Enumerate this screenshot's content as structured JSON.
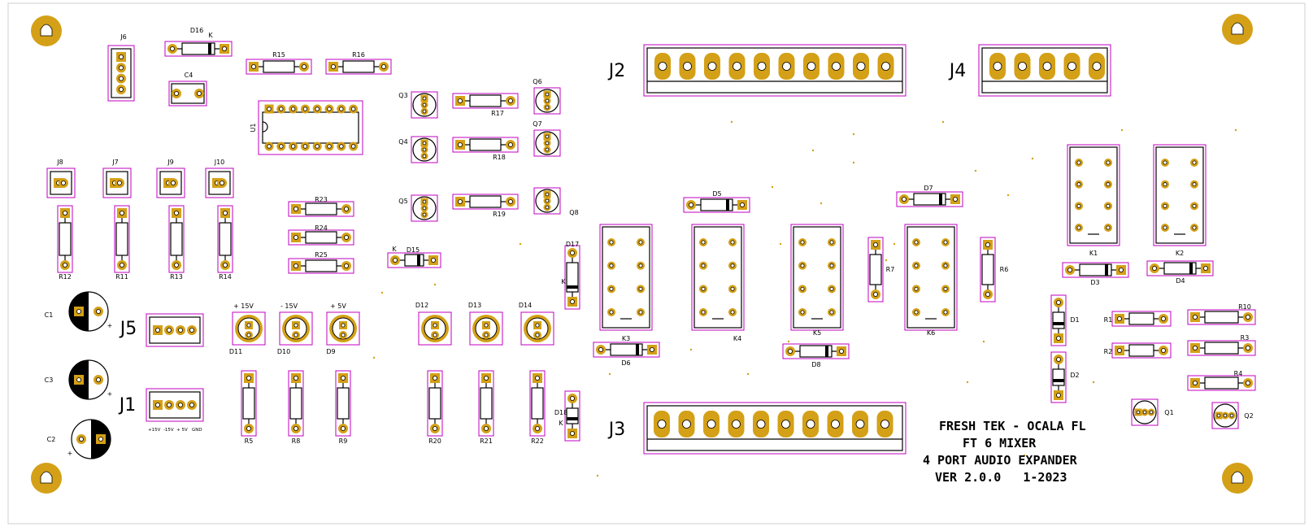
{
  "board": {
    "title_lines": [
      "FRESH TEK - OCALA FL",
      "FT 6 MIXER",
      "4 PORT AUDIO EXPANDER",
      "VER 2.0.0   1-2023"
    ],
    "j1_pin_labels": "+15V  -15V  + 5V   GND",
    "led_labels": [
      "+ 15V",
      "- 15V",
      "+ 5V"
    ],
    "diode_k_mark": "K",
    "colors": {
      "pad": "#d4a017",
      "outline": "#c000c0",
      "silk": "#000000",
      "board_edge": "#cfcfcf"
    }
  },
  "components": {
    "connectors": [
      {
        "ref": "J2",
        "type": "terminal",
        "pins": 10
      },
      {
        "ref": "J4",
        "type": "terminal",
        "pins": 5
      },
      {
        "ref": "J3",
        "type": "terminal",
        "pins": 10
      },
      {
        "ref": "J1",
        "type": "header",
        "pins": 4
      },
      {
        "ref": "J5",
        "type": "header",
        "pins": 4
      },
      {
        "ref": "J6",
        "type": "header-vertical",
        "pins": 4
      },
      {
        "ref": "J7",
        "type": "header",
        "pins": 2
      },
      {
        "ref": "J8",
        "type": "header",
        "pins": 2
      },
      {
        "ref": "J9",
        "type": "header",
        "pins": 2
      },
      {
        "ref": "J10",
        "type": "header",
        "pins": 2
      }
    ],
    "resistors": [
      {
        "ref": "R1"
      },
      {
        "ref": "R2"
      },
      {
        "ref": "R3"
      },
      {
        "ref": "R4"
      },
      {
        "ref": "R5"
      },
      {
        "ref": "R6"
      },
      {
        "ref": "R7"
      },
      {
        "ref": "R8"
      },
      {
        "ref": "R9"
      },
      {
        "ref": "R10"
      },
      {
        "ref": "R11"
      },
      {
        "ref": "R12"
      },
      {
        "ref": "R13"
      },
      {
        "ref": "R14"
      },
      {
        "ref": "R15"
      },
      {
        "ref": "R16"
      },
      {
        "ref": "R17"
      },
      {
        "ref": "R18"
      },
      {
        "ref": "R19"
      },
      {
        "ref": "R20"
      },
      {
        "ref": "R21"
      },
      {
        "ref": "R22"
      },
      {
        "ref": "R23"
      },
      {
        "ref": "R24"
      },
      {
        "ref": "R25"
      }
    ],
    "diodes": [
      {
        "ref": "D1"
      },
      {
        "ref": "D2"
      },
      {
        "ref": "D3"
      },
      {
        "ref": "D4"
      },
      {
        "ref": "D5"
      },
      {
        "ref": "D6"
      },
      {
        "ref": "D7"
      },
      {
        "ref": "D8"
      },
      {
        "ref": "D15"
      },
      {
        "ref": "D16"
      },
      {
        "ref": "D17"
      },
      {
        "ref": "D18"
      }
    ],
    "leds": [
      {
        "ref": "D9"
      },
      {
        "ref": "D10"
      },
      {
        "ref": "D11"
      },
      {
        "ref": "D12"
      },
      {
        "ref": "D13"
      },
      {
        "ref": "D14"
      }
    ],
    "transistors": [
      {
        "ref": "Q1"
      },
      {
        "ref": "Q2"
      },
      {
        "ref": "Q3"
      },
      {
        "ref": "Q4"
      },
      {
        "ref": "Q5"
      },
      {
        "ref": "Q6"
      },
      {
        "ref": "Q7"
      },
      {
        "ref": "Q8"
      }
    ],
    "relays": [
      {
        "ref": "K1"
      },
      {
        "ref": "K2"
      },
      {
        "ref": "K3"
      },
      {
        "ref": "K4"
      },
      {
        "ref": "K5"
      },
      {
        "ref": "K6"
      }
    ],
    "capacitors": [
      {
        "ref": "C1",
        "polarized": true,
        "mark": "+"
      },
      {
        "ref": "C2",
        "polarized": true,
        "mark": "+"
      },
      {
        "ref": "C3",
        "polarized": true,
        "mark": "+"
      },
      {
        "ref": "C4",
        "polarized": false
      }
    ],
    "ics": [
      {
        "ref": "U1",
        "pins": 16
      }
    ]
  }
}
